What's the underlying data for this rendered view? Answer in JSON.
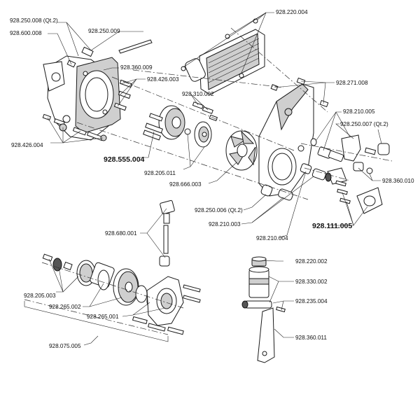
{
  "labels": {
    "l1": "928.250.008 (Qt.2)",
    "l2": "928.600.008",
    "l3": "928.250.009",
    "l4": "928.360.009",
    "l5": "928.426.003",
    "l6": "928.220.004",
    "l7": "928.271.008",
    "l8": "928.310.002",
    "l9": "928.210.005",
    "l10": "928.250.007 (Qt.2)",
    "l11": "928.426.004",
    "l12": "928.555.004",
    "l13": "928.205.011",
    "l14": "928.666.003",
    "l15": "928.360.010",
    "l16": "928.250.006 (Qt.2)",
    "l17": "928.210.003",
    "l18": "928.111.005",
    "l19": "928.210.004",
    "l20": "928.680.001",
    "l21": "928.220.002",
    "l22": "928.330.002",
    "l23": "928.205.003",
    "l24": "928.235.004",
    "l25": "928.265.002",
    "l26": "928.265.001",
    "l27": "928.360.011",
    "l28": "928.075.005"
  }
}
